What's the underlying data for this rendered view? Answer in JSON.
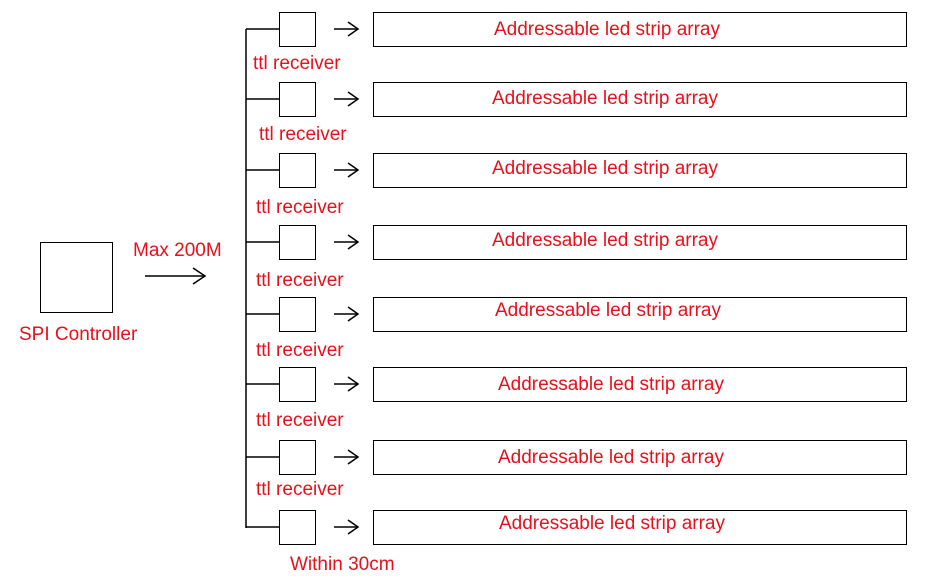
{
  "controller": {
    "label": "SPI Controller"
  },
  "link": {
    "label": "Max 200M"
  },
  "footer": {
    "label": "Within 30cm"
  },
  "rows": [
    {
      "receiver_label": "ttl receiver",
      "strip_label": "Addressable led strip array"
    },
    {
      "receiver_label": "ttl receiver",
      "strip_label": "Addressable led strip array"
    },
    {
      "receiver_label": "ttl receiver",
      "strip_label": "Addressable led strip array"
    },
    {
      "receiver_label": "ttl receiver",
      "strip_label": "Addressable led strip array"
    },
    {
      "receiver_label": "ttl receiver",
      "strip_label": "Addressable led strip array"
    },
    {
      "receiver_label": "ttl receiver",
      "strip_label": "Addressable led strip array"
    },
    {
      "receiver_label": "ttl receiver",
      "strip_label": "Addressable led strip array"
    },
    {
      "strip_label": "Addressable led strip array"
    }
  ],
  "colors": {
    "text": "#e8101b",
    "line": "#000000"
  }
}
